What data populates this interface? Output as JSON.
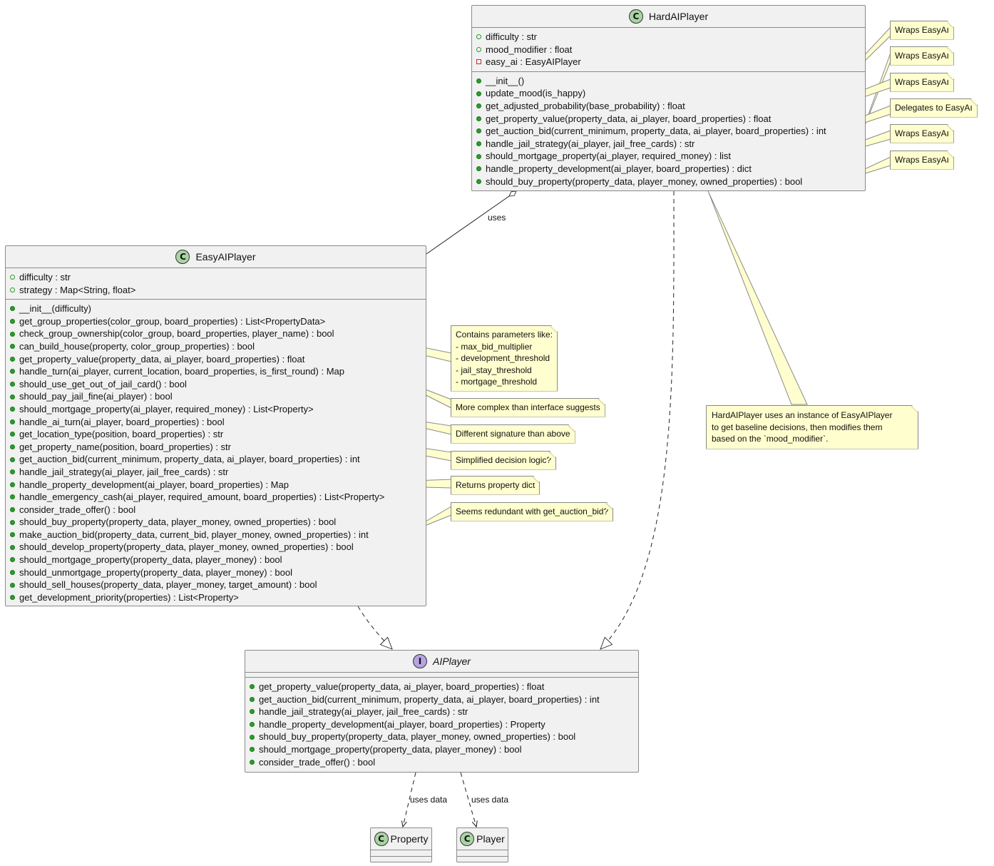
{
  "classes": {
    "hard": {
      "name": "HardAIPlayer",
      "stereotype_icon": "C",
      "fields": [
        {
          "vis": "pub-f",
          "text": "difficulty : str"
        },
        {
          "vis": "pub-f",
          "text": "mood_modifier : float"
        },
        {
          "vis": "priv-f",
          "text": "easy_ai : EasyAIPlayer"
        }
      ],
      "methods": [
        "__init__()",
        "update_mood(is_happy)",
        "get_adjusted_probability(base_probability) : float",
        "get_property_value(property_data, ai_player, board_properties) : float",
        "get_auction_bid(current_minimum, property_data, ai_player, board_properties) : int",
        "handle_jail_strategy(ai_player, jail_free_cards) : str",
        "should_mortgage_property(ai_player, required_money) : list",
        "handle_property_development(ai_player, board_properties) : dict",
        "should_buy_property(property_data, player_money, owned_properties) : bool"
      ]
    },
    "easy": {
      "name": "EasyAIPlayer",
      "stereotype_icon": "C",
      "fields": [
        {
          "vis": "pub-f",
          "text": "difficulty : str"
        },
        {
          "vis": "pub-f",
          "text": "strategy : Map<String, float>"
        }
      ],
      "methods": [
        "__init__(difficulty)",
        "get_group_properties(color_group, board_properties) : List<PropertyData>",
        "check_group_ownership(color_group, board_properties, player_name) : bool",
        "can_build_house(property, color_group_properties) : bool",
        "get_property_value(property_data, ai_player, board_properties) : float",
        "handle_turn(ai_player, current_location, board_properties, is_first_round) : Map",
        "should_use_get_out_of_jail_card() : bool",
        "should_pay_jail_fine(ai_player) : bool",
        "should_mortgage_property(ai_player, required_money) : List<Property>",
        "handle_ai_turn(ai_player, board_properties) : bool",
        "get_location_type(position, board_properties) : str",
        "get_property_name(position, board_properties) : str",
        "get_auction_bid(current_minimum, property_data, ai_player, board_properties) : int",
        "handle_jail_strategy(ai_player, jail_free_cards) : str",
        "handle_property_development(ai_player, board_properties) : Map",
        "handle_emergency_cash(ai_player, required_amount, board_properties) : List<Property>",
        "consider_trade_offer() : bool",
        "should_buy_property(property_data, player_money, owned_properties) : bool",
        "make_auction_bid(property_data, current_bid, player_money, owned_properties) : int",
        "should_develop_property(property_data, player_money, owned_properties) : bool",
        "should_mortgage_property(property_data, player_money) : bool",
        "should_unmortgage_property(property_data, player_money) : bool",
        "should_sell_houses(property_data, player_money, target_amount) : bool",
        "get_development_priority(properties) : List<Property>"
      ]
    },
    "ai": {
      "name": "AIPlayer",
      "stereotype_icon": "I",
      "fields": [],
      "methods": [
        "get_property_value(property_data, ai_player, board_properties) : float",
        "get_auction_bid(current_minimum, property_data, ai_player, board_properties) : int",
        "handle_jail_strategy(ai_player, jail_free_cards) : str",
        "handle_property_development(ai_player, board_properties) : Property",
        "should_buy_property(property_data, player_money, owned_properties) : bool",
        "should_mortgage_property(property_data, player_money) : bool",
        "consider_trade_offer() : bool"
      ]
    },
    "property": {
      "name": "Property",
      "stereotype_icon": "C"
    },
    "player": {
      "name": "Player",
      "stereotype_icon": "C"
    }
  },
  "notes": {
    "hard_wrap_1": [
      "Wraps EasyAI"
    ],
    "hard_wrap_2": [
      "Wraps EasyAI"
    ],
    "hard_wrap_3": [
      "Wraps EasyAI"
    ],
    "hard_delegate": [
      "Delegates to EasyAI"
    ],
    "hard_wrap_4": [
      "Wraps EasyAI"
    ],
    "hard_wrap_5": [
      "Wraps EasyAI"
    ],
    "strategy_params": [
      "Contains parameters like:",
      "- max_bid_multiplier",
      "- development_threshold",
      "- jail_stay_threshold",
      "- mortgage_threshold"
    ],
    "complex": [
      "More complex than interface suggests"
    ],
    "signature": [
      "Different signature than above"
    ],
    "simplified": [
      "Simplified decision logic?"
    ],
    "returns_dict": [
      "Returns property dict"
    ],
    "redundant": [
      "Seems redundant with get_auction_bid?"
    ],
    "hard_summary": [
      "HardAIPlayer uses an instance of EasyAIPlayer",
      "to get baseline decisions, then modifies them",
      "based on the `mood_modifier`."
    ]
  },
  "edges": {
    "uses": "uses",
    "uses_data_1": "uses data",
    "uses_data_2": "uses data"
  },
  "colors": {
    "class_fill": "#f1f1f1",
    "note_fill": "#fefece",
    "class_badge": "#a9d3a3",
    "interface_badge": "#b7a3e0"
  }
}
